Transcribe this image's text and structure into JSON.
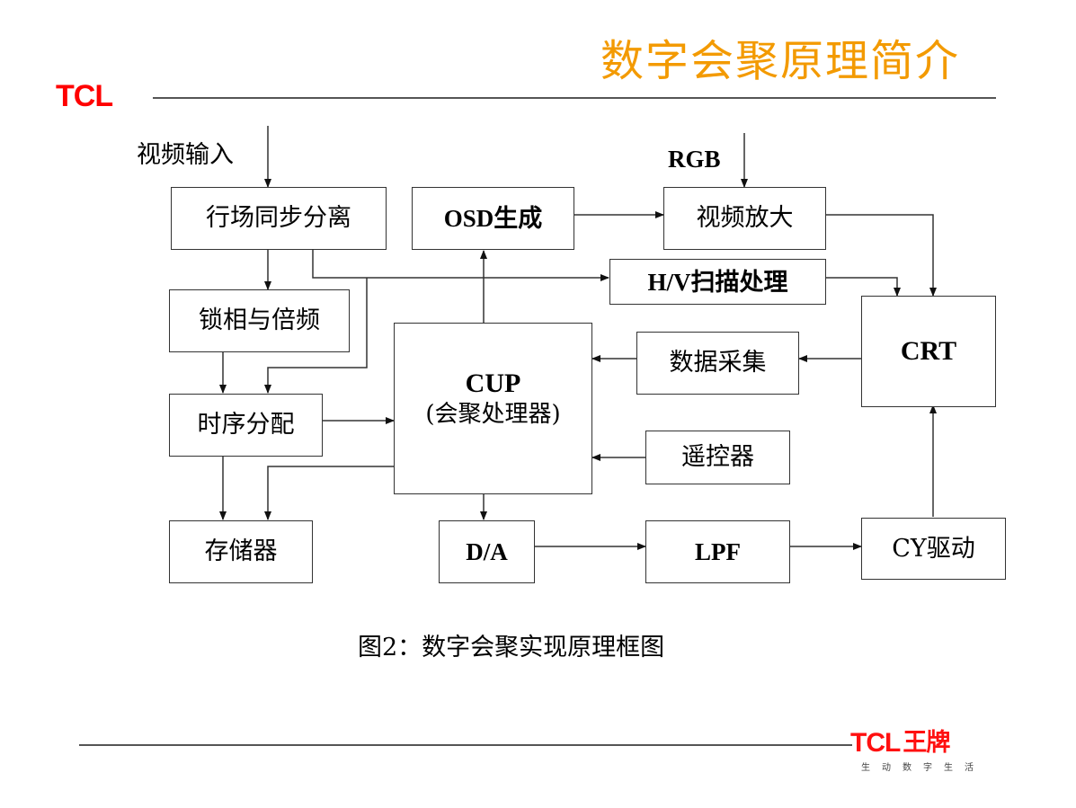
{
  "header": {
    "title": "数字会聚原理简介",
    "logo": "TCL",
    "title_color": "#f39a00",
    "logo_color": "#ff0000"
  },
  "diagram": {
    "inputs": {
      "video_in": "视频输入",
      "rgb": "RGB"
    },
    "blocks": {
      "sync_sep": "行场同步分离",
      "osd": "OSD生成",
      "video_amp": "视频放大",
      "hv_scan": "H/V扫描处理",
      "pll": "锁相与倍频",
      "crt": "CRT",
      "data_acq": "数据采集",
      "timing": "时序分配",
      "cup_line1": "CUP",
      "cup_line2": "(会聚处理器)",
      "remote": "遥控器",
      "memory": "存储器",
      "da": "D/A",
      "lpf": "LPF",
      "cy_drive": "CY驱动"
    },
    "connections": [
      {
        "from": "视频输入",
        "to": "行场同步分离"
      },
      {
        "from": "RGB",
        "to": "视频放大"
      },
      {
        "from": "行场同步分离",
        "to": "锁相与倍频"
      },
      {
        "from": "行场同步分离",
        "to": "H/V扫描处理"
      },
      {
        "from": "行场同步分离",
        "to": "时序分配"
      },
      {
        "from": "锁相与倍频",
        "to": "时序分配"
      },
      {
        "from": "时序分配",
        "to": "CUP"
      },
      {
        "from": "时序分配",
        "to": "存储器"
      },
      {
        "from": "CUP",
        "to": "存储器"
      },
      {
        "from": "CUP",
        "to": "OSD生成"
      },
      {
        "from": "OSD生成",
        "to": "视频放大"
      },
      {
        "from": "视频放大",
        "to": "CRT"
      },
      {
        "from": "H/V扫描处理",
        "to": "CRT"
      },
      {
        "from": "CRT",
        "to": "数据采集"
      },
      {
        "from": "数据采集",
        "to": "CUP"
      },
      {
        "from": "遥控器",
        "to": "CUP"
      },
      {
        "from": "CUP",
        "to": "D/A"
      },
      {
        "from": "D/A",
        "to": "LPF"
      },
      {
        "from": "LPF",
        "to": "CY驱动"
      },
      {
        "from": "CY驱动",
        "to": "CRT"
      }
    ]
  },
  "caption": "图2：数字会聚实现原理框图",
  "footer": {
    "logo": "TCL",
    "logo_suffix": "王牌",
    "slogan": "生动数字生活"
  }
}
